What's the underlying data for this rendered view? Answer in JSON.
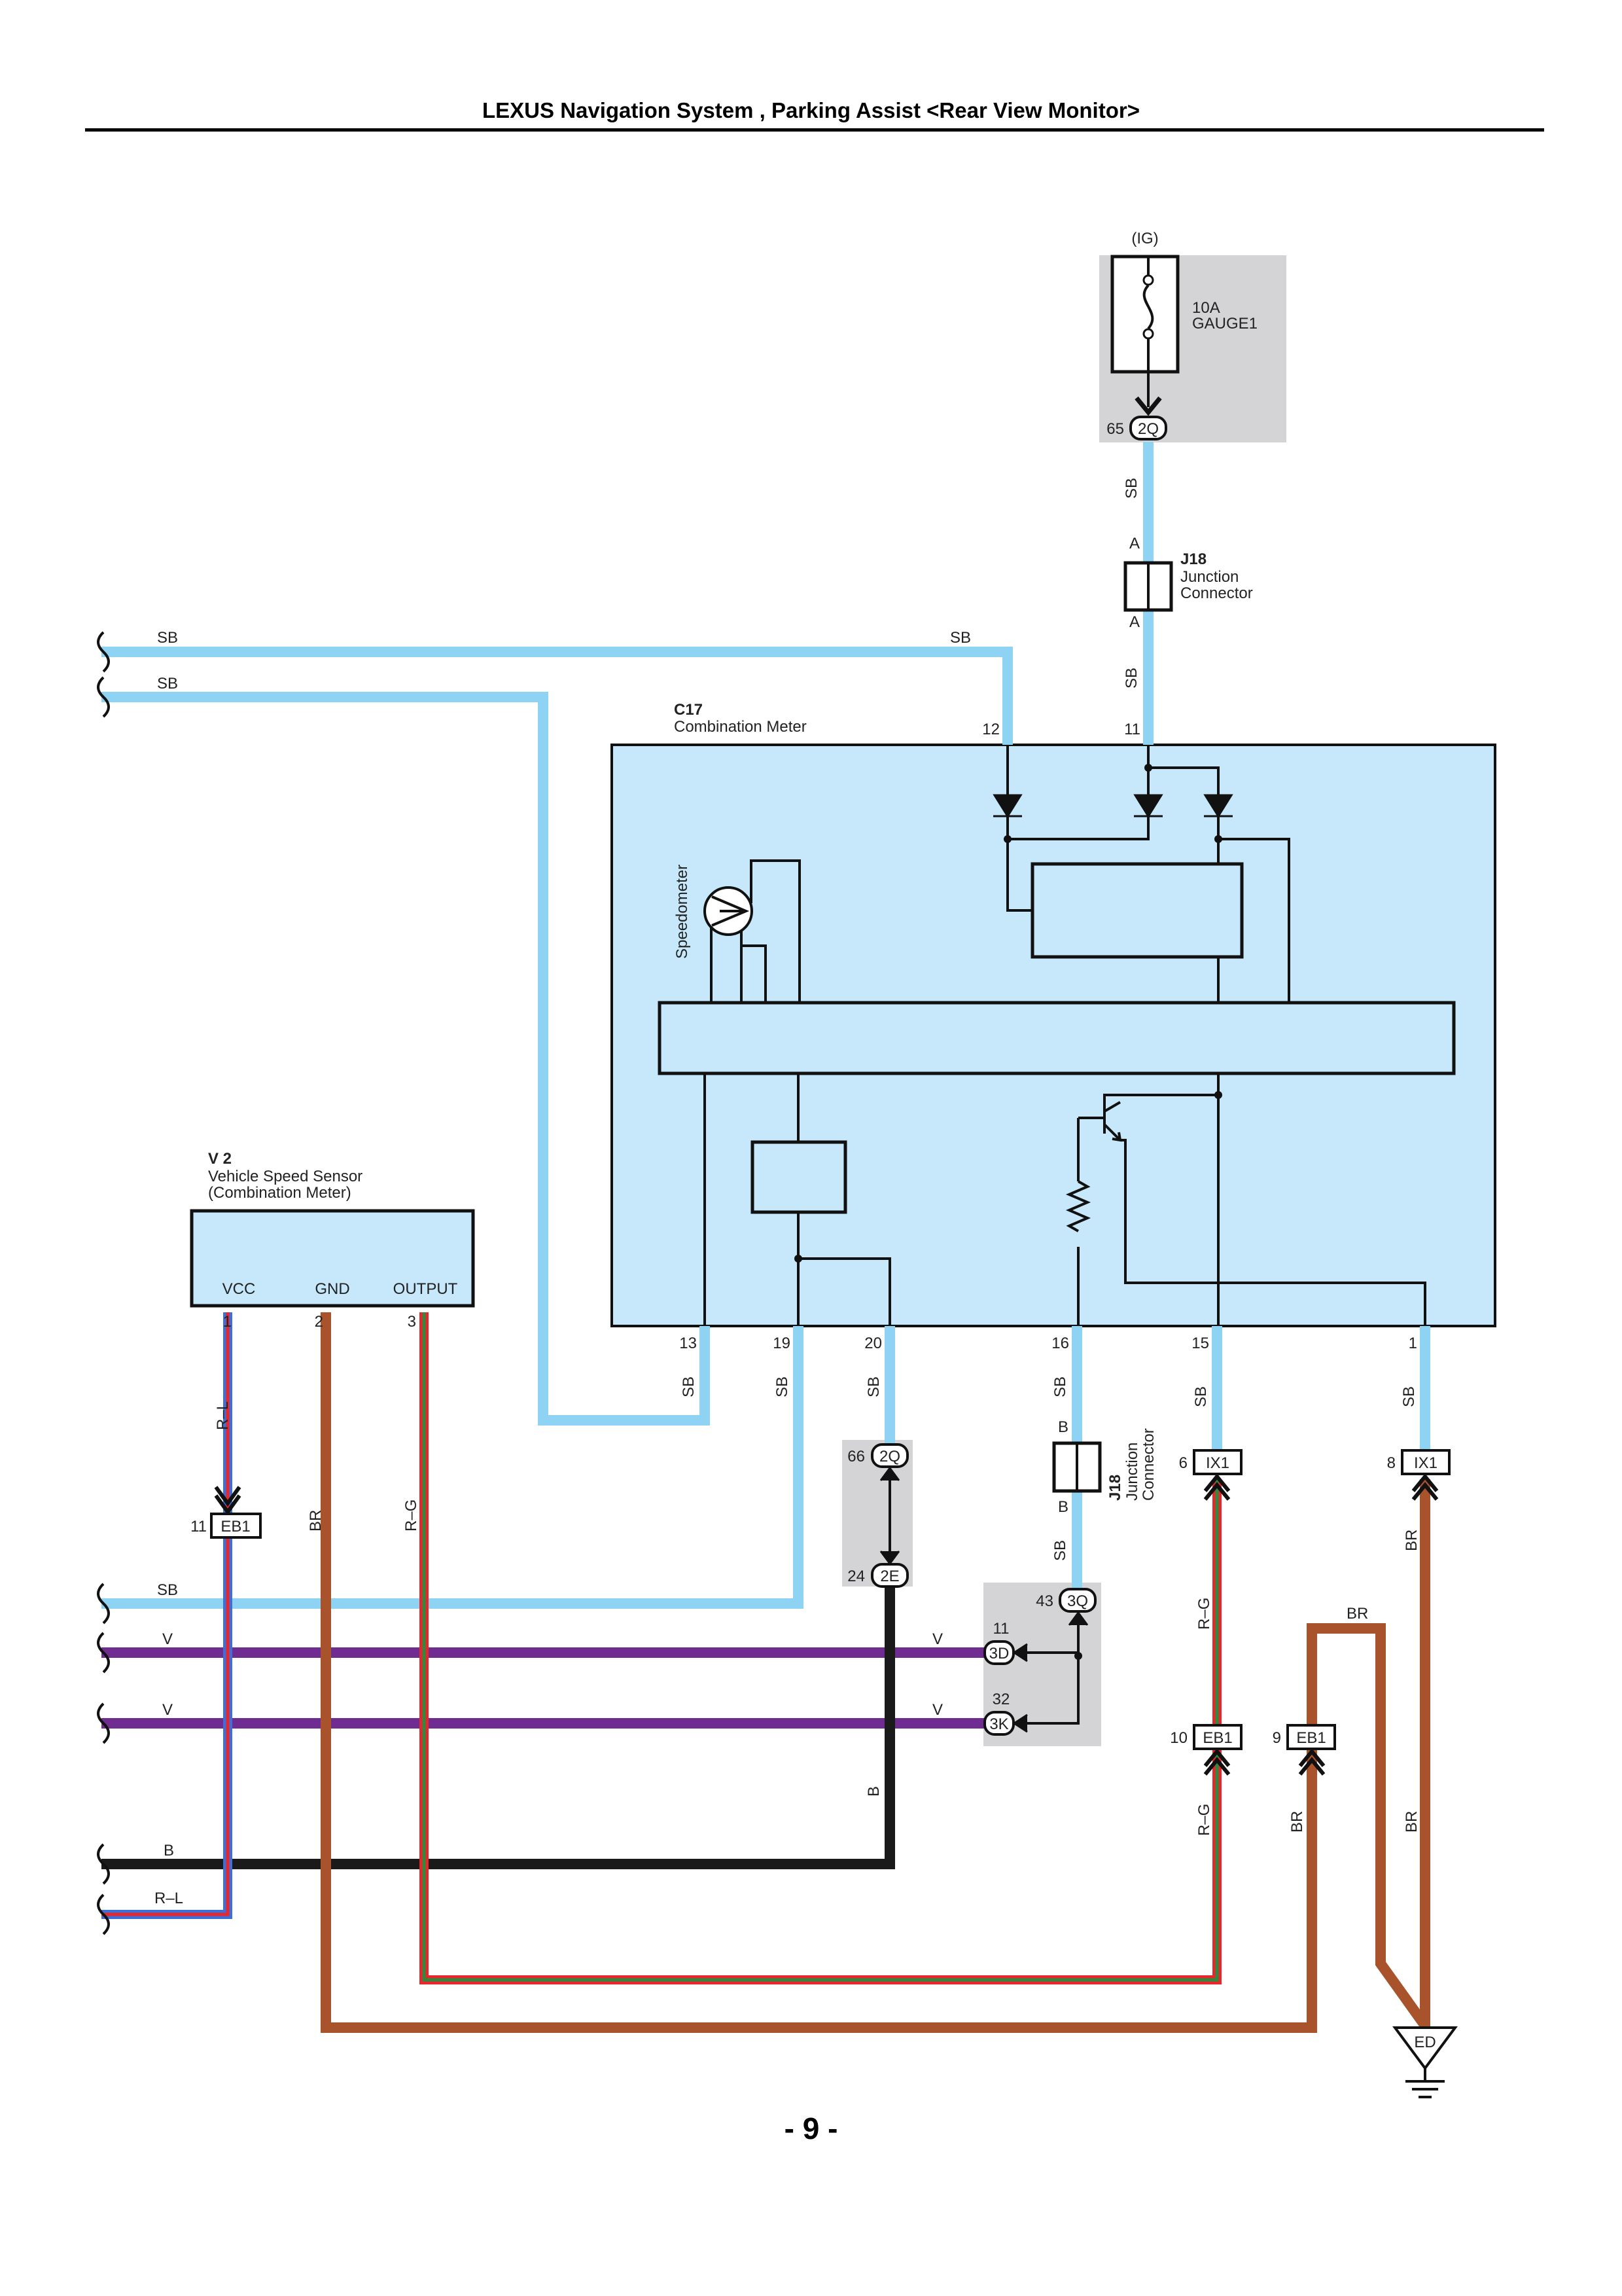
{
  "header": {
    "title": "LEXUS Navigation System , Parking Assist <Rear View Monitor>"
  },
  "page_number": "- 9 -",
  "colors": {
    "SB": "#8fd3f4",
    "V": "#6f2c91",
    "BR": "#a8532c",
    "B": "#1a1a1a",
    "R": "#e8262b",
    "G": "#2e8b3e",
    "L": "#3c6fd8",
    "meter_fill": "#c6e8fa",
    "shade": "#d4d4d6"
  },
  "fuse": {
    "source": "(IG)",
    "rating": "10A",
    "name": "GAUGE1",
    "pin": "65",
    "connector": "2Q"
  },
  "j18_top": {
    "code": "J18",
    "line1": "Junction",
    "line2": "Connector",
    "pin_in": "A",
    "pin_out": "A"
  },
  "j18_bottom": {
    "code": "J18",
    "line1": "Junction",
    "line2": "Connector",
    "pin_in": "B",
    "pin_out": "B"
  },
  "combination_meter": {
    "code": "C17",
    "name": "Combination Meter",
    "speedometer": "Speedometer",
    "pins": {
      "p12": "12",
      "p11": "11",
      "p13": "13",
      "p19": "19",
      "p20": "20",
      "p16": "16",
      "p15": "15",
      "p1": "1"
    }
  },
  "speed_sensor": {
    "code": "V 2",
    "name": "Vehicle Speed Sensor",
    "sub": "(Combination Meter)",
    "terms": {
      "vcc": "VCC",
      "gnd": "GND",
      "output": "OUTPUT"
    },
    "pins": {
      "p1": "1",
      "p2": "2",
      "p3": "3"
    }
  },
  "connectors": {
    "eb1_left": {
      "pin": "11",
      "name": "EB1"
    },
    "c2q_mid": {
      "pin": "66",
      "name": "2Q"
    },
    "c2e": {
      "pin": "24",
      "name": "2E"
    },
    "c3q": {
      "pin": "43",
      "name": "3Q"
    },
    "c3d": {
      "pin": "11",
      "name": "3D"
    },
    "c3k": {
      "pin": "32",
      "name": "3K"
    },
    "ix1_a": {
      "pin": "6",
      "name": "IX1"
    },
    "ix1_b": {
      "pin": "8",
      "name": "IX1"
    },
    "eb1_a": {
      "pin": "10",
      "name": "EB1"
    },
    "eb1_b": {
      "pin": "9",
      "name": "EB1"
    }
  },
  "ground": {
    "name": "ED"
  },
  "wire_colors": {
    "sb": "SB",
    "v": "V",
    "b": "B",
    "br": "BR",
    "rl": "R–L",
    "rg": "R–G"
  }
}
